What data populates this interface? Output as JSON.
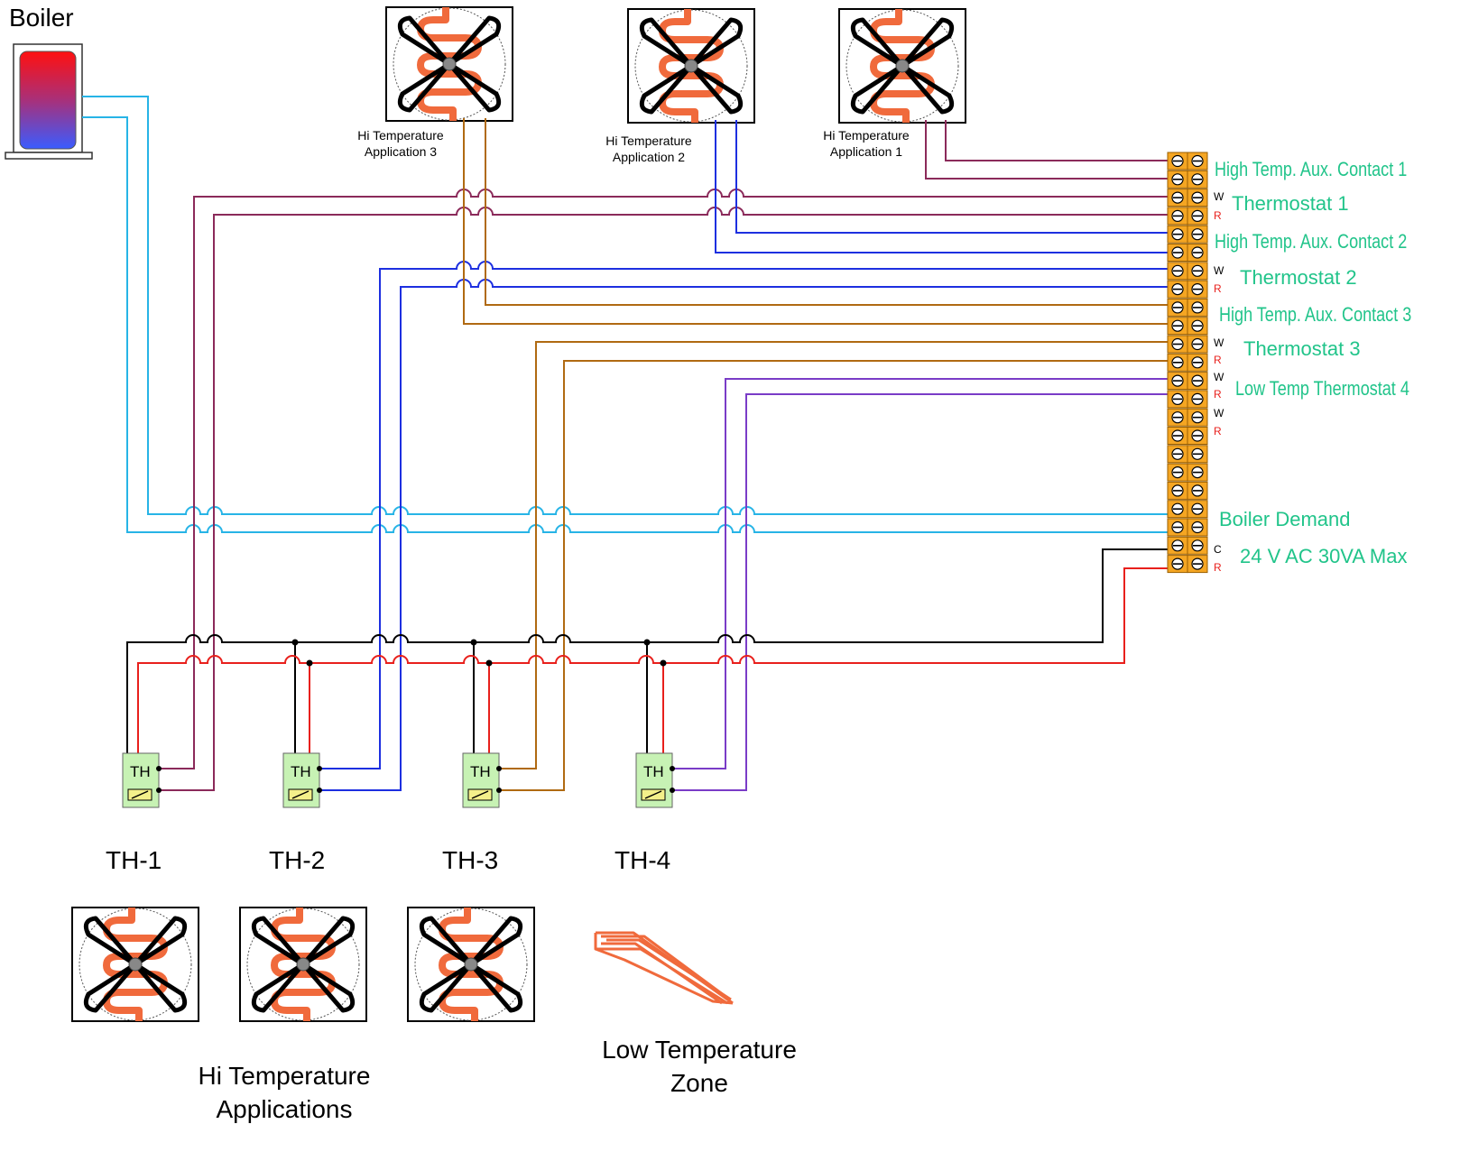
{
  "labels": {
    "boiler": "Boiler",
    "hi_app_3": [
      "Hi Temperature",
      "Application 3"
    ],
    "hi_app_2": [
      "Hi Temperature",
      "Application 2"
    ],
    "hi_app_1": [
      "Hi Temperature",
      "Application 1"
    ],
    "th_box": "TH",
    "thermostats": [
      "TH-1",
      "TH-2",
      "TH-3",
      "TH-4"
    ],
    "hi_group": [
      "Hi Temperature",
      "Applications"
    ],
    "low_zone": [
      "Low Temperature",
      "Zone"
    ]
  },
  "terminal_labels": {
    "aux1": "High Temp. Aux. Contact 1",
    "th1": "Thermostat 1",
    "aux2": "High Temp. Aux. Contact 2",
    "th2": "Thermostat 2",
    "aux3": "High Temp. Aux. Contact 3",
    "th3": "Thermostat 3",
    "th4": "Low Temp Thermostat 4",
    "boiler_demand": "Boiler Demand",
    "power": "24 V AC  30VA Max"
  },
  "pin_letters": {
    "w": "W",
    "r": "R",
    "c": "C"
  },
  "colors": {
    "boiler_wire": "#27b4e6",
    "th1_wire": "#8b2a5a",
    "th2_wire": "#1d2fe0",
    "th3_wire": "#b06a12",
    "th4_wire": "#7a3cc7",
    "common_wire": "#000000",
    "hot_wire": "#e8201c",
    "terminal_fill": "#f5a623",
    "label_green": "#21c48a",
    "coil": "#f06a3c",
    "th_fill": "#c7f2b4"
  }
}
